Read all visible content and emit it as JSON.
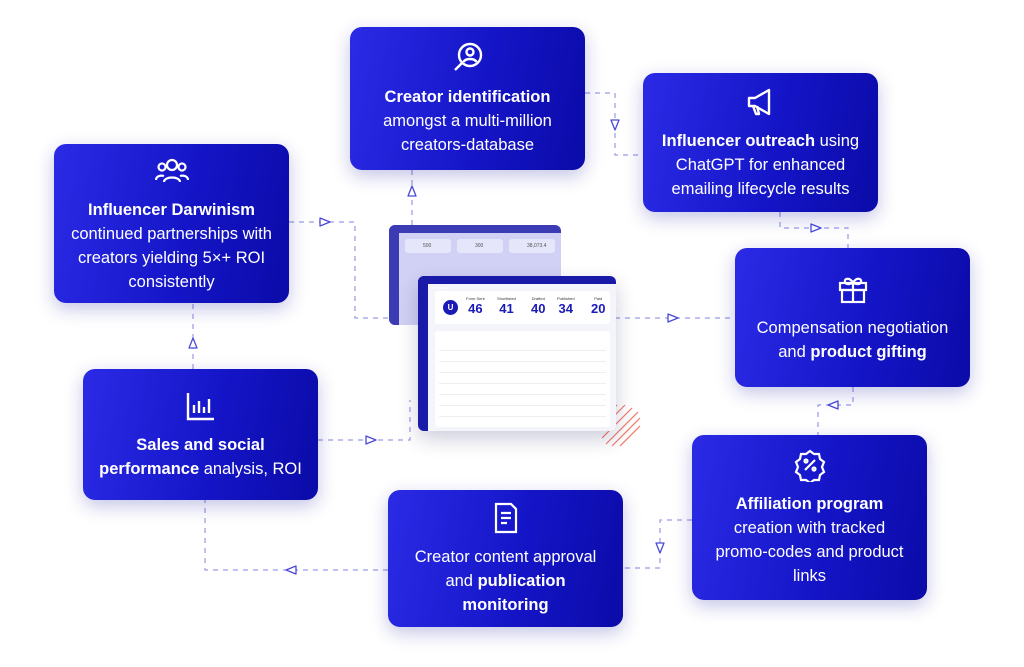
{
  "cards": [
    {
      "id": "creator-identification",
      "bold": "Creator identification",
      "rest": " amongst a multi-million creators-database",
      "icon": "user-search-icon"
    },
    {
      "id": "influencer-outreach",
      "bold": "Influencer outreach",
      "rest": " using ChatGPT for enhanced emailing lifecycle results",
      "icon": "megaphone-icon"
    },
    {
      "id": "influencer-darwinism",
      "bold": "Influencer Darwinism",
      "rest": " continued partnerships with creators yielding 5×+ ROI consistently",
      "icon": "users-icon"
    },
    {
      "id": "compensation",
      "pre": "Compensation negotiation and ",
      "bold": "product gifting",
      "icon": "gift-icon"
    },
    {
      "id": "sales-analysis",
      "bold": "Sales and social performance",
      "rest": " analysis, ROI",
      "icon": "bar-chart-icon"
    },
    {
      "id": "affiliation",
      "bold": "Affiliation program",
      "rest": " creation with tracked promo-codes and product links",
      "icon": "percent-badge-icon"
    },
    {
      "id": "content-approval",
      "pre": "Creator content approval and ",
      "bold": "publication monitoring",
      "icon": "document-icon"
    }
  ],
  "dashboard": {
    "title": "Workflow",
    "stages": [
      {
        "label": "Form Sent",
        "value": "46"
      },
      {
        "label": "Shortlisted",
        "value": "41"
      },
      {
        "label": "Drafted",
        "value": "40"
      },
      {
        "label": "Published",
        "value": "34"
      },
      {
        "label": "Paid",
        "value": "20"
      }
    ],
    "back_stats": [
      "500",
      "300",
      "38,073.4"
    ]
  },
  "colors": {
    "card_start": "#2b2be6",
    "card_end": "#0b0ba8",
    "connector": "#8f8fe8",
    "accent_stripes": "#f07a6a"
  }
}
